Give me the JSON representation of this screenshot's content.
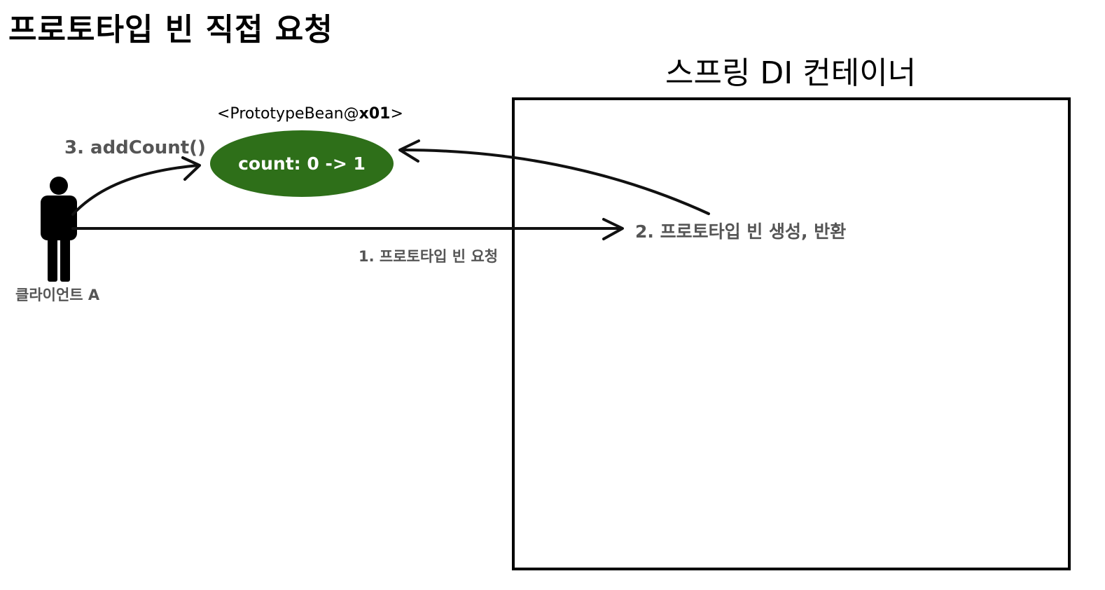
{
  "title": "프로토타입 빈 직접 요청",
  "container": {
    "title": "스프링 DI 컨테이너"
  },
  "bean": {
    "caption_prefix": "<PrototypeBean@",
    "caption_id": "x01",
    "caption_suffix": ">",
    "state": "count: 0 -> 1",
    "fill_color": "#2e6f19"
  },
  "client": {
    "label": "클라이언트 A",
    "icon": "person-icon"
  },
  "steps": {
    "request": "1. 프로토타입 빈 요청",
    "create_return": "2. 프로토타입 빈 생성, 반환",
    "add_count": "3. addCount()"
  }
}
